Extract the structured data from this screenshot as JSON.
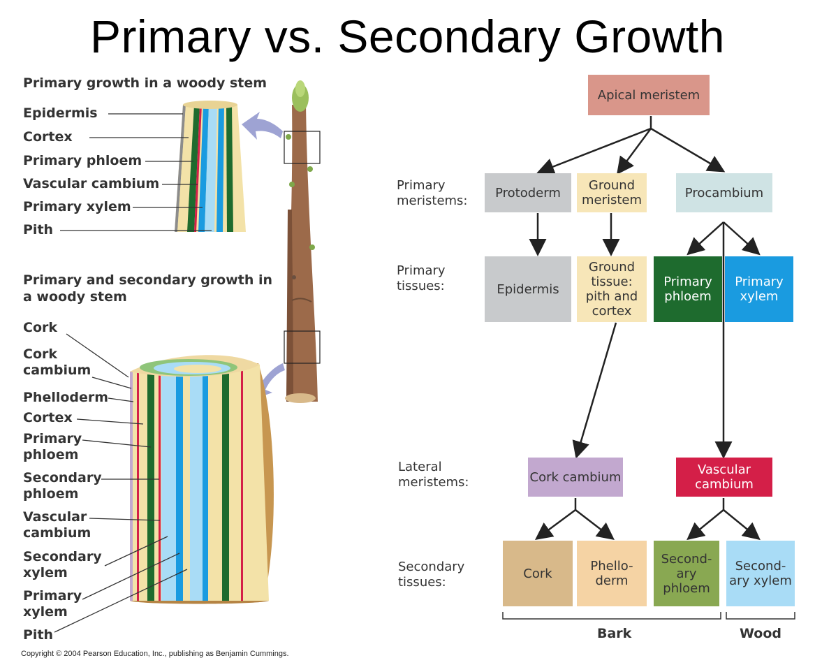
{
  "title": "Primary vs. Secondary Growth",
  "left": {
    "primary_heading": "Primary growth in a woody stem",
    "primary_labels": [
      "Epidermis",
      "Cortex",
      "Primary phloem",
      "Vascular cambium",
      "Primary xylem",
      "Pith"
    ],
    "secondary_heading": "Primary and secondary growth in a woody stem",
    "secondary_labels": [
      "Cork",
      "Cork cambium",
      "Phelloderm",
      "Cortex",
      "Primary phloem",
      "Secondary phloem",
      "Vascular cambium",
      "Secondary xylem",
      "Primary xylem",
      "Pith"
    ]
  },
  "flow": {
    "apical": "Apical meristem",
    "row_labels": {
      "primary_meristems": "Primary meristems:",
      "primary_tissues": "Primary tissues:",
      "lateral_meristems": "Lateral meristems:",
      "secondary_tissues": "Secondary tissues:"
    },
    "primary_meristems": [
      "Protoderm",
      "Ground meristem",
      "Procambium"
    ],
    "primary_tissues": [
      "Epidermis",
      "Ground tissue: pith and cortex",
      "Primary phloem",
      "Primary xylem"
    ],
    "lateral_meristems": [
      "Cork cambium",
      "Vascular cambium"
    ],
    "secondary_tissues": [
      "Cork",
      "Phello-derm",
      "Second-ary phloem",
      "Second-ary xylem"
    ],
    "brackets": [
      "Bark",
      "Wood"
    ]
  },
  "colors": {
    "apical": "#d9968a",
    "gray": "#c8cacc",
    "tan": "#f7e6b8",
    "procambium": "#cfe3e4",
    "primary_phloem": "#1e6b2e",
    "primary_xylem": "#1a9be0",
    "cork_cambium": "#c2a8cf",
    "vascular_cambium": "#d41f48",
    "cork": "#d8b98a",
    "phelloderm": "#f5d3a4",
    "sec_phloem": "#89a852",
    "sec_xylem": "#a9dcf6"
  },
  "copyright": "Copyright © 2004 Pearson Education, Inc., publishing as Benjamin Cummings."
}
